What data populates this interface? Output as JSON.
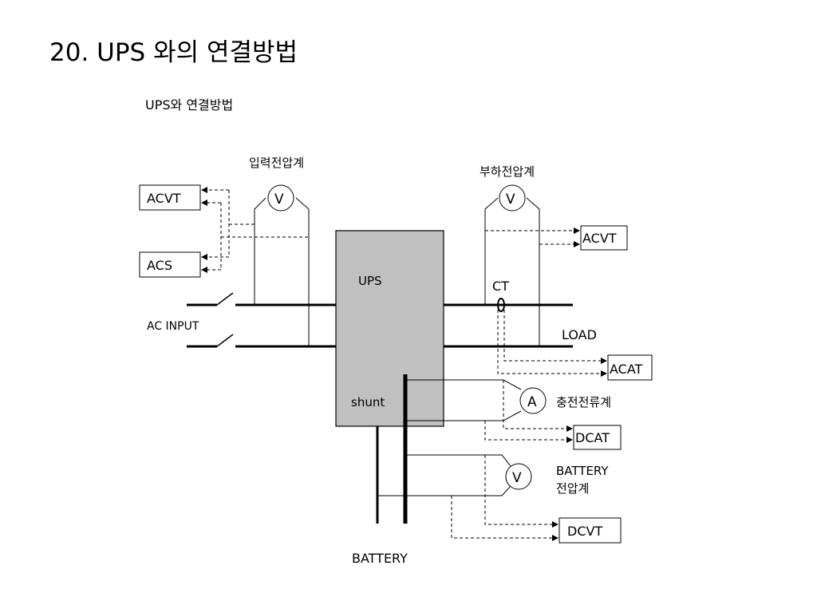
{
  "title": "20. UPS 와의 연결방법",
  "subtitle": "UPS와 연결방법",
  "labels": {
    "input_voltmeter": "입력전압계",
    "load_voltmeter": "부하전압계",
    "ups": "UPS",
    "ac_input": "AC INPUT",
    "ct": "CT",
    "load": "LOAD",
    "shunt": "shunt",
    "charge_ammeter": "충전전류계",
    "battery_voltmeter_line1": "BATTERY",
    "battery_voltmeter_line2": "전압계",
    "battery": "BATTERY"
  },
  "meters": {
    "voltmeter_symbol": "V",
    "ammeter_symbol": "A"
  },
  "transducers": {
    "input_acvt": "ACVT",
    "input_acs": "ACS",
    "output_acvt": "ACVT",
    "output_acat": "ACAT",
    "dc_dcat": "DCAT",
    "dc_dcvt": "DCVT"
  },
  "colors": {
    "ups_fill": "#c0c0c0",
    "line": "#000000"
  }
}
